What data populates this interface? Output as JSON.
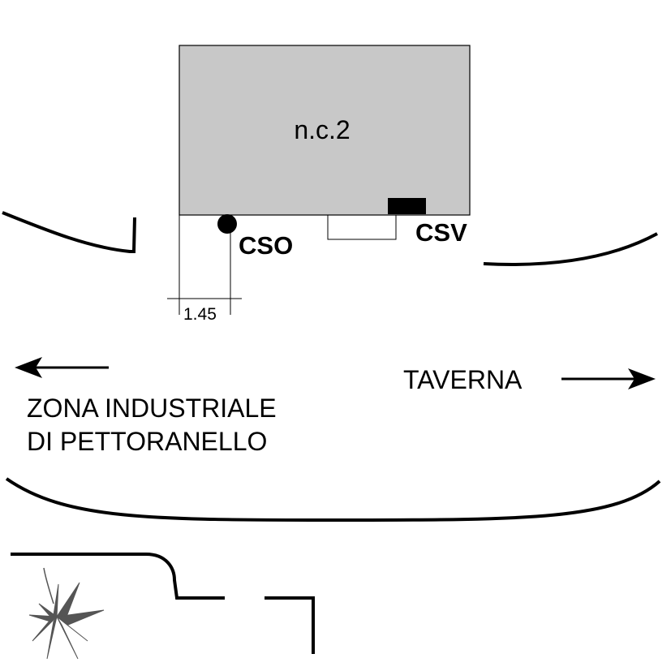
{
  "building": {
    "label": "n.c.2",
    "fill": "#c8c8c8"
  },
  "markers": {
    "cso": {
      "label": "CSO"
    },
    "csv": {
      "label": "CSV"
    }
  },
  "dimension": {
    "value": "1.45"
  },
  "directions": {
    "left": {
      "line1": "ZONA INDUSTRIALE",
      "line2": "DI PETTORANELLO"
    },
    "right": {
      "label": "TAVERNA"
    }
  },
  "colors": {
    "ink": "#000000",
    "plant": "#555555"
  },
  "icons": {
    "plant": "plant-icon"
  }
}
